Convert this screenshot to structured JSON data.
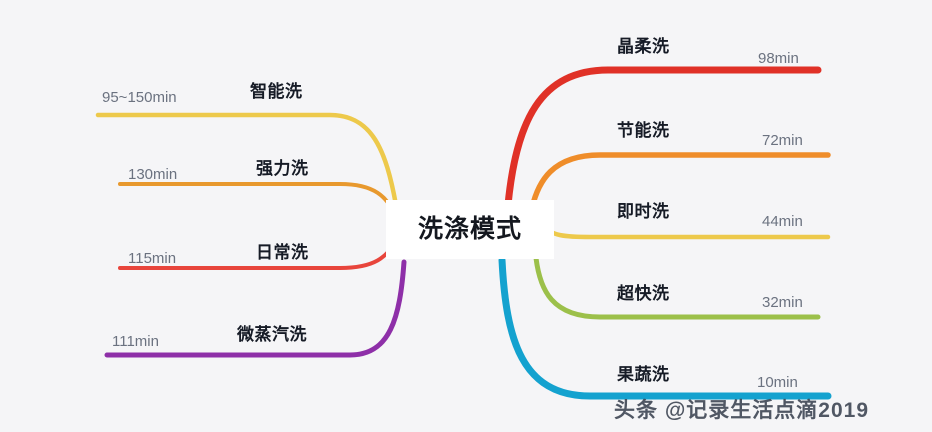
{
  "background_color": "#f5f5f7",
  "center": {
    "label": "洗涤模式",
    "background": "#ffffff",
    "text_color": "#14181f"
  },
  "watermark": {
    "text": "头条 @记录生活点滴2019"
  },
  "chart_data": {
    "type": "diagram",
    "title": "洗涤模式",
    "layout": "mind-map",
    "left_branches": [
      {
        "label": "智能洗",
        "duration": "95~150min",
        "color": "#edc94b",
        "stroke_width": 4.5
      },
      {
        "label": "强力洗",
        "duration": "130min",
        "color": "#e8992e",
        "stroke_width": 4
      },
      {
        "label": "日常洗",
        "duration": "115min",
        "color": "#e8453c",
        "stroke_width": 4
      },
      {
        "label": "微蒸汽洗",
        "duration": "111min",
        "color": "#8e2fa8",
        "stroke_width": 5
      }
    ],
    "right_branches": [
      {
        "label": "晶柔洗",
        "duration": "98min",
        "color": "#e03127",
        "stroke_width": 7
      },
      {
        "label": "节能洗",
        "duration": "72min",
        "color": "#ef8d2a",
        "stroke_width": 5.5
      },
      {
        "label": "即时洗",
        "duration": "44min",
        "color": "#edc94b",
        "stroke_width": 4.5
      },
      {
        "label": "超快洗",
        "duration": "32min",
        "color": "#9cc04a",
        "stroke_width": 5
      },
      {
        "label": "果蔬洗",
        "duration": "10min",
        "color": "#14a2cf",
        "stroke_width": 7
      }
    ]
  }
}
